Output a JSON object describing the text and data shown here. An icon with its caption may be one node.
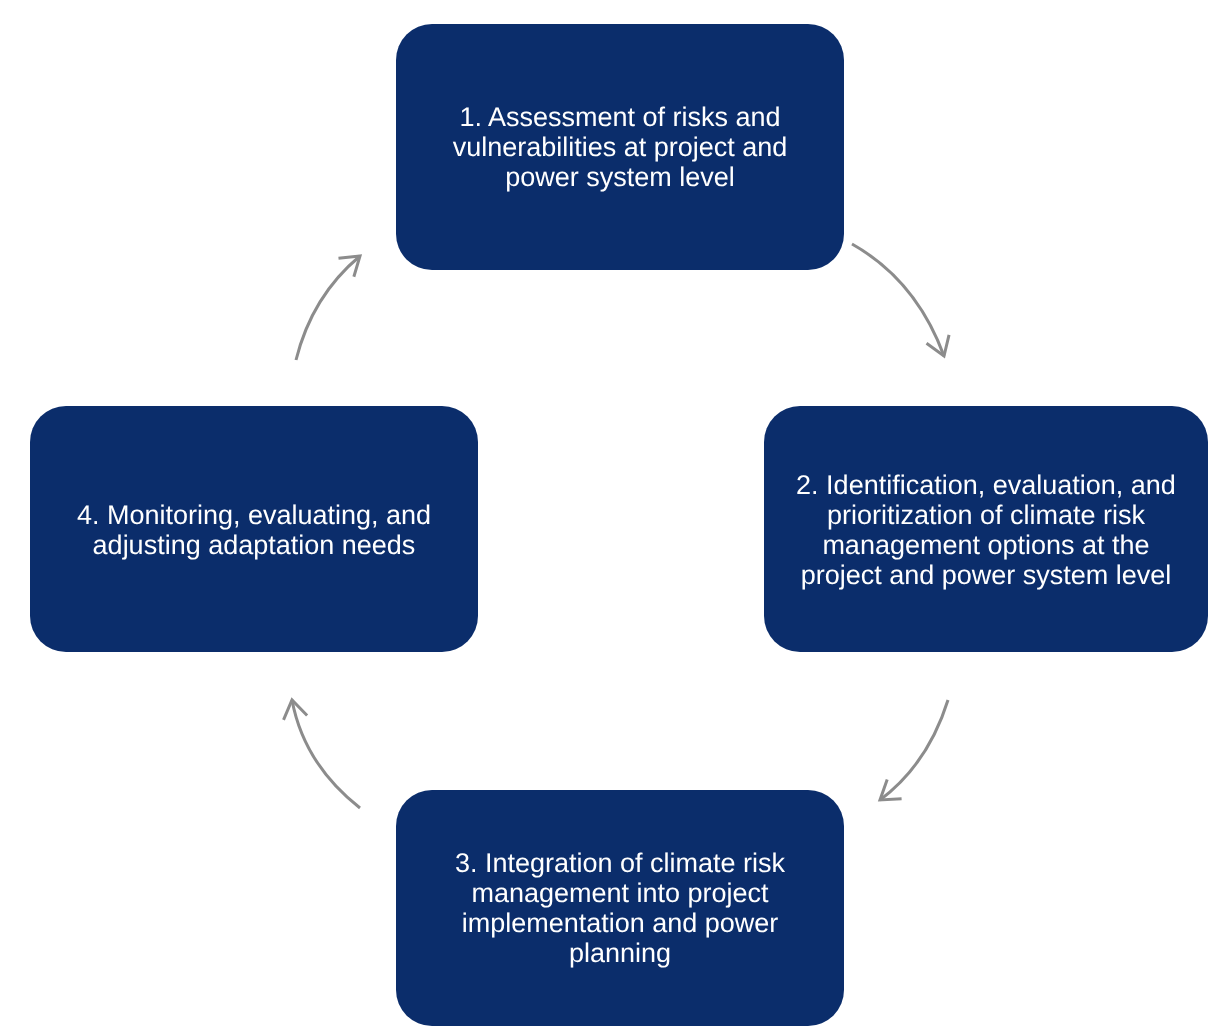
{
  "diagram": {
    "nodes": [
      {
        "text": [
          "1. Assessment of risks and vulnerabilities at project and power system level"
        ]
      },
      {
        "text": [
          "2. Identification, evaluation, and prioritization of climate risk management options at the project and power system level"
        ]
      },
      {
        "text": [
          "3. Integration of climate risk management into project implementation and power planning"
        ]
      },
      {
        "text": [
          "4. Monitoring, evaluating, and adjusting adaptation needs"
        ]
      }
    ],
    "edges": [
      {
        "from": 0,
        "to": 1,
        "arrow": "to"
      },
      {
        "from": 1,
        "to": 2,
        "arrow": "to"
      },
      {
        "from": 2,
        "to": 3,
        "arrow": "to"
      },
      {
        "from": 3,
        "to": 0,
        "arrow": "to"
      }
    ]
  }
}
